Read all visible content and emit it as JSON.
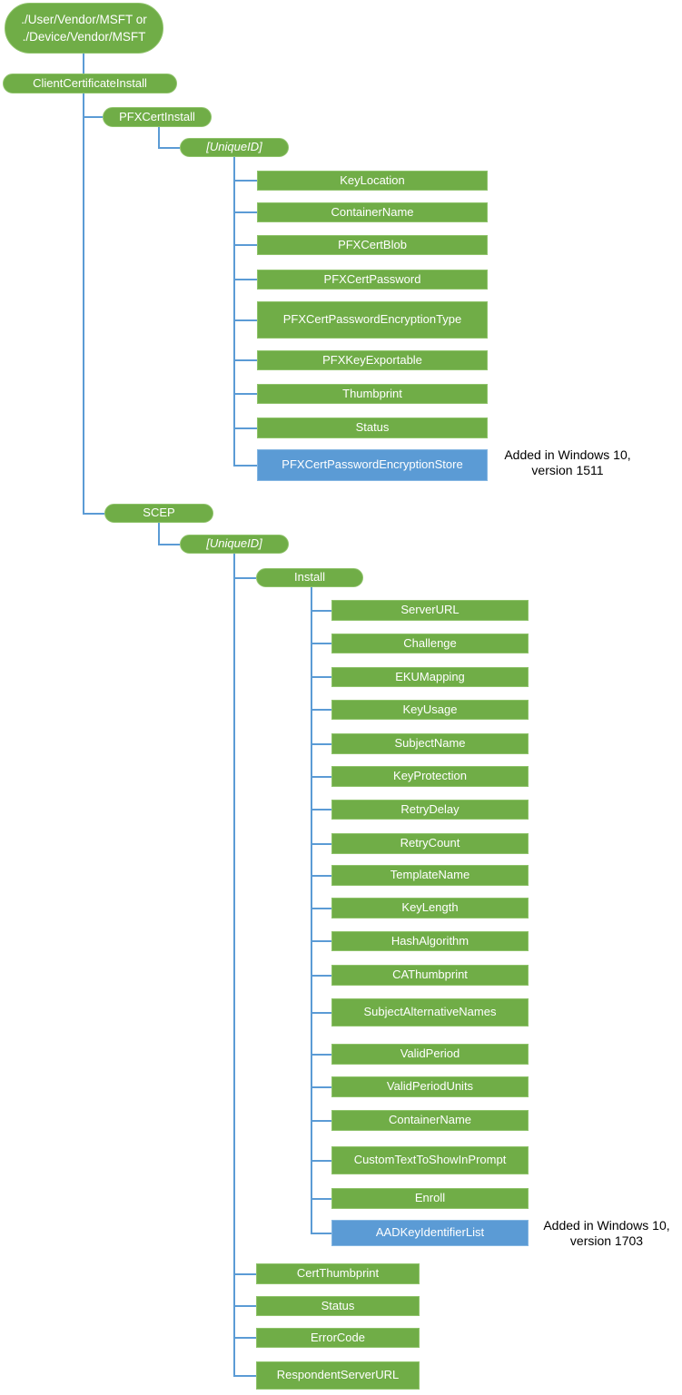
{
  "diagram": {
    "name": "ClientCertificateInstall CSP node tree",
    "colors": {
      "node_green": "#70AD47",
      "node_green_border": "#8FC36B",
      "node_blue": "#5B9BD5",
      "node_blue_border": "#84B6E2",
      "connector": "#5B9BD5",
      "node_text": "#FFFFFF",
      "annotation_text": "#000000",
      "background": "#FFFFFF"
    },
    "nodes": [
      {
        "id": "root",
        "label": "./User/Vendor/MSFT or\n./Device/Vendor/MSFT",
        "shape": "stadium",
        "color": "green"
      },
      {
        "id": "client-certificate-install",
        "label": "ClientCertificateInstall",
        "shape": "stadium",
        "color": "green"
      },
      {
        "id": "pfx-cert-install",
        "label": "PFXCertInstall",
        "shape": "stadium",
        "color": "green"
      },
      {
        "id": "pfx-unique-id",
        "label": "[UniqueID]",
        "shape": "stadium",
        "color": "green",
        "italic": true
      },
      {
        "id": "key-location",
        "label": "KeyLocation",
        "shape": "rect",
        "color": "green"
      },
      {
        "id": "container-name-pfx",
        "label": "ContainerName",
        "shape": "rect",
        "color": "green"
      },
      {
        "id": "pfx-cert-blob",
        "label": "PFXCertBlob",
        "shape": "rect",
        "color": "green"
      },
      {
        "id": "pfx-cert-password",
        "label": "PFXCertPassword",
        "shape": "rect",
        "color": "green"
      },
      {
        "id": "pfx-cert-password-encryption-type",
        "label": "PFXCertPasswordEncryptionType",
        "shape": "rect",
        "color": "green"
      },
      {
        "id": "pfx-key-exportable",
        "label": "PFXKeyExportable",
        "shape": "rect",
        "color": "green"
      },
      {
        "id": "thumbprint",
        "label": "Thumbprint",
        "shape": "rect",
        "color": "green"
      },
      {
        "id": "status-pfx",
        "label": "Status",
        "shape": "rect",
        "color": "green"
      },
      {
        "id": "pfx-cert-password-encryption-store",
        "label": "PFXCertPasswordEncryptionStore",
        "shape": "rect",
        "color": "blue"
      },
      {
        "id": "scep",
        "label": "SCEP",
        "shape": "stadium",
        "color": "green"
      },
      {
        "id": "scep-unique-id",
        "label": "[UniqueID]",
        "shape": "stadium",
        "color": "green",
        "italic": true
      },
      {
        "id": "install",
        "label": "Install",
        "shape": "stadium",
        "color": "green"
      },
      {
        "id": "server-url",
        "label": "ServerURL",
        "shape": "rect",
        "color": "green"
      },
      {
        "id": "challenge",
        "label": "Challenge",
        "shape": "rect",
        "color": "green"
      },
      {
        "id": "eku-mapping",
        "label": "EKUMapping",
        "shape": "rect",
        "color": "green"
      },
      {
        "id": "key-usage",
        "label": "KeyUsage",
        "shape": "rect",
        "color": "green"
      },
      {
        "id": "subject-name",
        "label": "SubjectName",
        "shape": "rect",
        "color": "green"
      },
      {
        "id": "key-protection",
        "label": "KeyProtection",
        "shape": "rect",
        "color": "green"
      },
      {
        "id": "retry-delay",
        "label": "RetryDelay",
        "shape": "rect",
        "color": "green"
      },
      {
        "id": "retry-count",
        "label": "RetryCount",
        "shape": "rect",
        "color": "green"
      },
      {
        "id": "template-name",
        "label": "TemplateName",
        "shape": "rect",
        "color": "green"
      },
      {
        "id": "key-length",
        "label": "KeyLength",
        "shape": "rect",
        "color": "green"
      },
      {
        "id": "hash-algorithm",
        "label": "HashAlgorithm",
        "shape": "rect",
        "color": "green"
      },
      {
        "id": "ca-thumbprint",
        "label": "CAThumbprint",
        "shape": "rect",
        "color": "green"
      },
      {
        "id": "subject-alternative-names",
        "label": "SubjectAlternativeNames",
        "shape": "rect",
        "color": "green"
      },
      {
        "id": "valid-period",
        "label": "ValidPeriod",
        "shape": "rect",
        "color": "green"
      },
      {
        "id": "valid-period-units",
        "label": "ValidPeriodUnits",
        "shape": "rect",
        "color": "green"
      },
      {
        "id": "container-name-scep",
        "label": "ContainerName",
        "shape": "rect",
        "color": "green"
      },
      {
        "id": "custom-text-to-show-in-prompt",
        "label": "CustomTextToShowInPrompt",
        "shape": "rect",
        "color": "green"
      },
      {
        "id": "enroll",
        "label": "Enroll",
        "shape": "rect",
        "color": "green"
      },
      {
        "id": "aad-key-identifier-list",
        "label": "AADKeyIdentifierList",
        "shape": "rect",
        "color": "blue"
      },
      {
        "id": "cert-thumbprint",
        "label": "CertThumbprint",
        "shape": "rect",
        "color": "green"
      },
      {
        "id": "status-scep",
        "label": "Status",
        "shape": "rect",
        "color": "green"
      },
      {
        "id": "error-code",
        "label": "ErrorCode",
        "shape": "rect",
        "color": "green"
      },
      {
        "id": "respondent-server-url",
        "label": "RespondentServerURL",
        "shape": "rect",
        "color": "green"
      }
    ],
    "tree": [
      {
        "parent": "root",
        "children": [
          "client-certificate-install"
        ]
      },
      {
        "parent": "client-certificate-install",
        "children": [
          "pfx-cert-install",
          "scep"
        ]
      },
      {
        "parent": "pfx-cert-install",
        "children": [
          "pfx-unique-id"
        ]
      },
      {
        "parent": "pfx-unique-id",
        "children": [
          "key-location",
          "container-name-pfx",
          "pfx-cert-blob",
          "pfx-cert-password",
          "pfx-cert-password-encryption-type",
          "pfx-key-exportable",
          "thumbprint",
          "status-pfx",
          "pfx-cert-password-encryption-store"
        ]
      },
      {
        "parent": "scep",
        "children": [
          "scep-unique-id"
        ]
      },
      {
        "parent": "scep-unique-id",
        "children": [
          "install",
          "cert-thumbprint",
          "status-scep",
          "error-code",
          "respondent-server-url"
        ]
      },
      {
        "parent": "install",
        "children": [
          "server-url",
          "challenge",
          "eku-mapping",
          "key-usage",
          "subject-name",
          "key-protection",
          "retry-delay",
          "retry-count",
          "template-name",
          "key-length",
          "hash-algorithm",
          "ca-thumbprint",
          "subject-alternative-names",
          "valid-period",
          "valid-period-units",
          "container-name-scep",
          "custom-text-to-show-in-prompt",
          "enroll",
          "aad-key-identifier-list"
        ]
      }
    ],
    "annotations": [
      {
        "id": "annotation-1511",
        "target": "pfx-cert-password-encryption-store",
        "text": "Added in Windows 10,\nversion 1511"
      },
      {
        "id": "annotation-1703",
        "target": "aad-key-identifier-list",
        "text": "Added in Windows 10,\nversion 1703"
      }
    ]
  }
}
